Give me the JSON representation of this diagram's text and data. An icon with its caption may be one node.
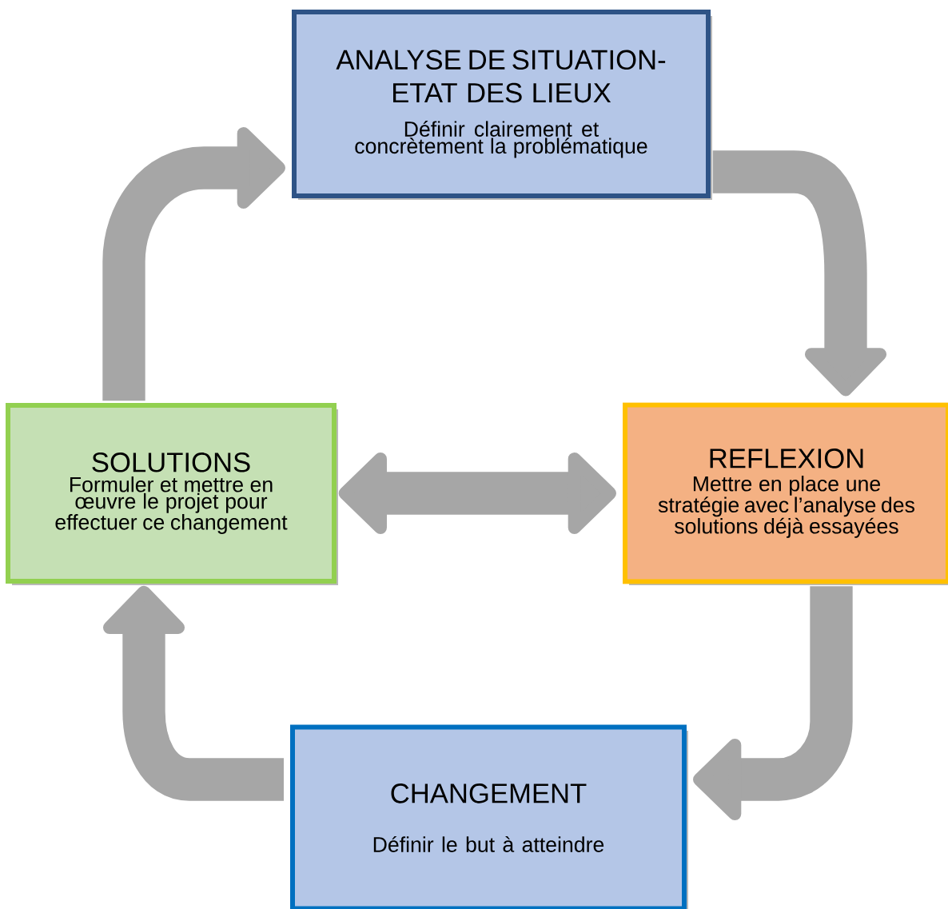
{
  "diagram": {
    "nodes": [
      {
        "text": [
          "ANALYSE DE SITUATION- ETAT DES LIEUX",
          "Définir clairement et concrètement la problématique"
        ]
      },
      {
        "text": [
          "REFLEXION",
          "Mettre en place une stratégie avec l’analyse des solutions déjà essayées"
        ]
      },
      {
        "text": [
          "CHANGEMENT",
          "Définir le but à atteindre"
        ]
      },
      {
        "text": [
          "SOLUTIONS",
          "Formuler et mettre en œuvre le projet pour effectuer ce changement"
        ]
      }
    ],
    "edges": [
      {
        "from": 0,
        "to": 1,
        "arrow": "to"
      },
      {
        "from": 1,
        "to": 2,
        "arrow": "to"
      },
      {
        "from": 2,
        "to": 3,
        "arrow": "to"
      },
      {
        "from": 3,
        "to": 0,
        "arrow": "to"
      },
      {
        "from": 3,
        "to": 1,
        "arrow": "both"
      }
    ]
  }
}
